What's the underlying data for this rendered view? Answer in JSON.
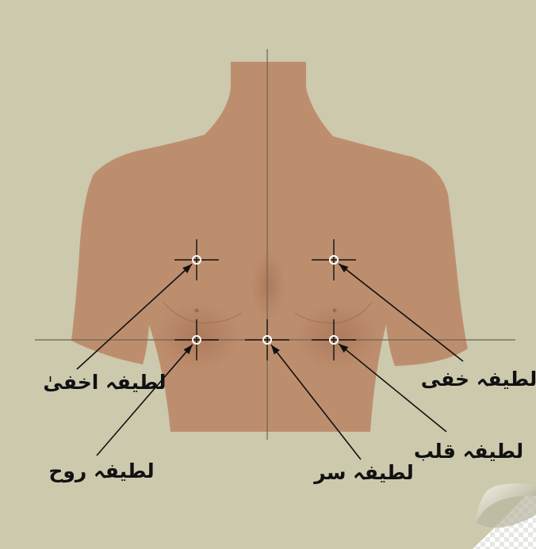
{
  "colors": {
    "paper": "#ccc9ad",
    "skin": "#bd8e6e",
    "skin_shadow": "#a87458",
    "ink": "#111111",
    "guide": "#6f6354",
    "curl": "#d9d6c6"
  },
  "diagram": {
    "points": [
      {
        "id": "akhfa",
        "label": "لطیفہ اخفیٰ"
      },
      {
        "id": "khafi",
        "label": "لطیفہ خفی"
      },
      {
        "id": "rooh",
        "label": "لطیفہ روح"
      },
      {
        "id": "sirr",
        "label": "لطیفہ سر"
      },
      {
        "id": "qalb",
        "label": "لطیفہ قلب"
      }
    ]
  }
}
